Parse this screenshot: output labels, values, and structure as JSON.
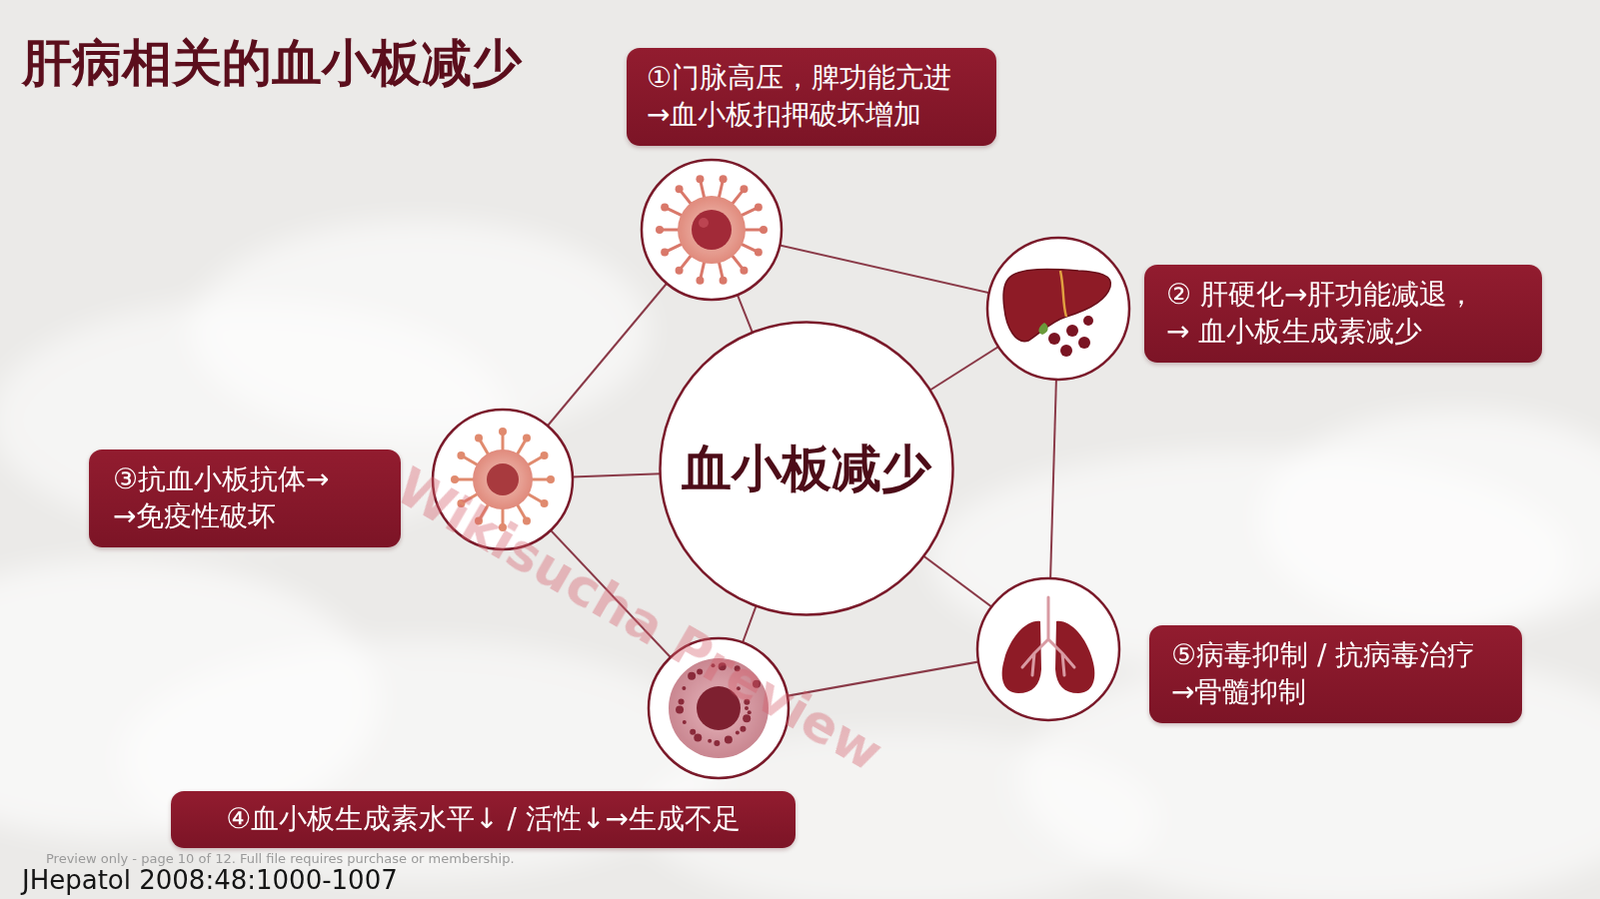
{
  "diagram": {
    "title": "肝病相关的血小板减少",
    "nodes": [
      {
        "text": [
          "①门脉高压，脾功能亢进 →血小板扣押破坏增加"
        ]
      },
      {
        "text": [
          "② 肝硬化→肝功能减退， → 血小板生成素减少"
        ]
      },
      {
        "text": [
          "③抗血小板抗体→ →免疫性破坏"
        ]
      },
      {
        "text": [
          "血小板减少"
        ]
      },
      {
        "text": [
          "⑤病毒抑制 / 抗病毒治疗 →骨髓抑制"
        ]
      },
      {
        "text": [
          "④血小板生成素水平↓ / 活性↓→生成不足"
        ]
      }
    ],
    "labels": [
      "JHepatol 2008:48:1000-1007",
      "Preview only - page 10 of 12. Full file requires purchase or membership.",
      "Wikisucha Preview"
    ]
  }
}
